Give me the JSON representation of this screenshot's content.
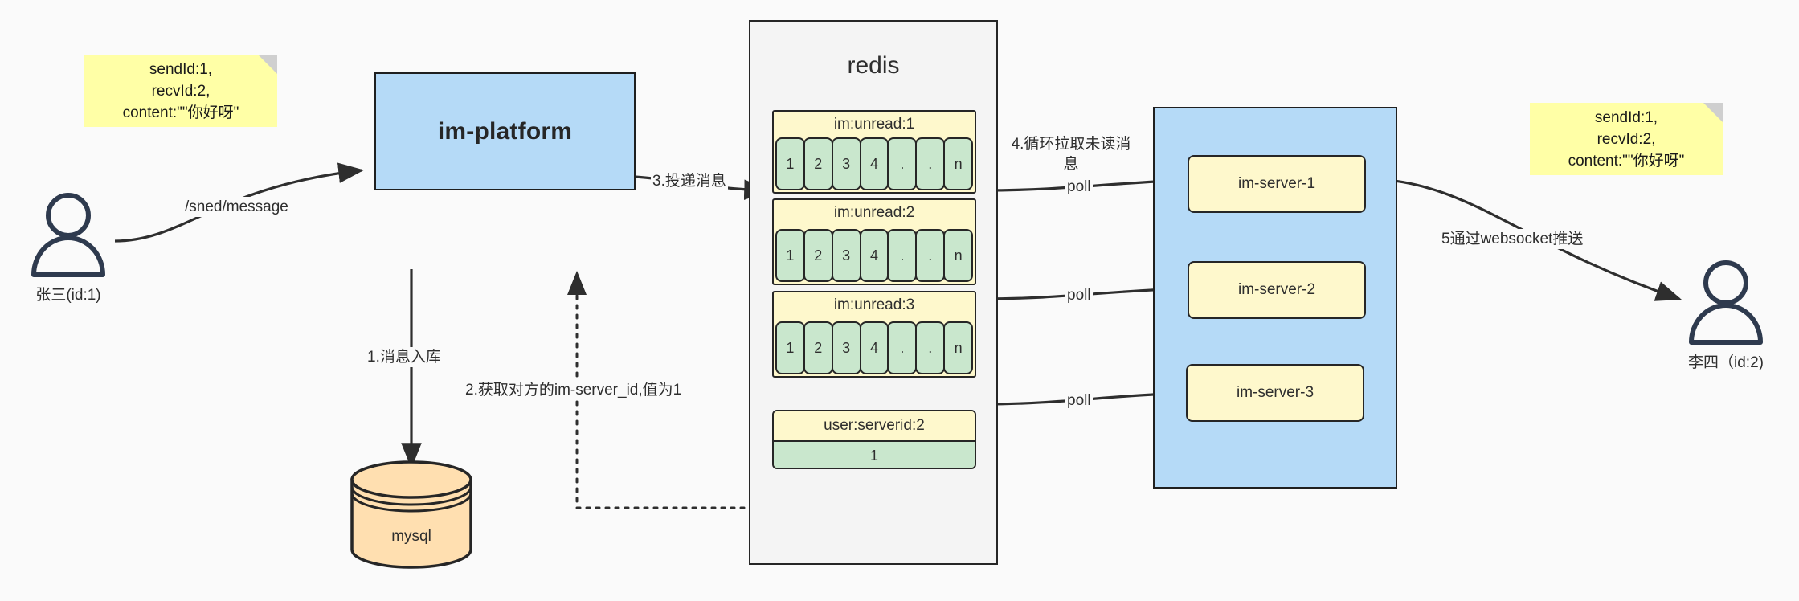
{
  "diagram": {
    "title_redis": "redis",
    "platform_label": "im-platform",
    "db_label": "mysql"
  },
  "notes": {
    "left": "sendId:1,\nrecvId:2,\ncontent:\"\"你好呀\"",
    "right": "sendId:1,\nrecvId:2,\ncontent:\"\"你好呀\""
  },
  "actors": [
    {
      "name": "zhangsan",
      "label": "张三(id:1)"
    },
    {
      "name": "lisi",
      "label": "李四（id:2)"
    }
  ],
  "queues": [
    {
      "key": "im:unread:1",
      "cells": [
        "1",
        "2",
        "3",
        "4",
        ".",
        ".",
        "n"
      ]
    },
    {
      "key": "im:unread:2",
      "cells": [
        "1",
        "2",
        "3",
        "4",
        ".",
        ".",
        "n"
      ]
    },
    {
      "key": "im:unread:3",
      "cells": [
        "1",
        "2",
        "3",
        "4",
        ".",
        ".",
        "n"
      ]
    }
  ],
  "kv": {
    "key": "user:serverid:2",
    "value": "1"
  },
  "servers": [
    {
      "label": "im-server-1"
    },
    {
      "label": "im-server-2"
    },
    {
      "label": "im-server-3"
    }
  ],
  "edges": {
    "send_message": "/sned/message",
    "step3_deliver": "3.投递消息",
    "step1_persist": "1.消息入库",
    "step2_get_serverid": "2.获取对方的im-server_id,值为1",
    "step4_loop_pull": "4.循环拉取未读消\n息",
    "poll1": "poll",
    "poll2": "poll",
    "poll3": "poll",
    "step5_websocket": "5通过websocket推送"
  },
  "colors": {
    "note": "#FFFFA6",
    "blue_box": "#B5DAF7",
    "redis_bg": "#F4F4F4",
    "queue_header": "#FEF8CC",
    "queue_cell": "#C9E7CD",
    "db_fill": "#FFDFB0",
    "stroke": "#262626",
    "actor": "#2E3A4E"
  }
}
